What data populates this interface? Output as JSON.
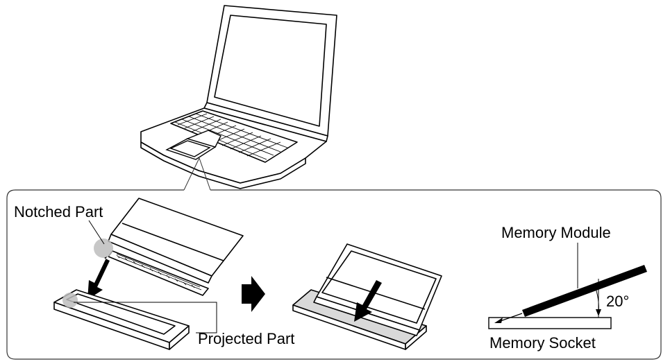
{
  "labels": {
    "notched_part": "Notched Part",
    "projected_part": "Projected Part",
    "memory_module": "Memory Module",
    "angle": "20°",
    "memory_socket": "Memory Socket"
  },
  "colors": {
    "line": "#000000",
    "panel_border": "#333333",
    "highlight": "#bdbdbd",
    "socket_fill": "#d9d9d9",
    "arrow_fill": "#000000"
  },
  "icons": {
    "step_arrow": "right-arrow-icon",
    "insert_arrow": "down-arrow-icon"
  }
}
